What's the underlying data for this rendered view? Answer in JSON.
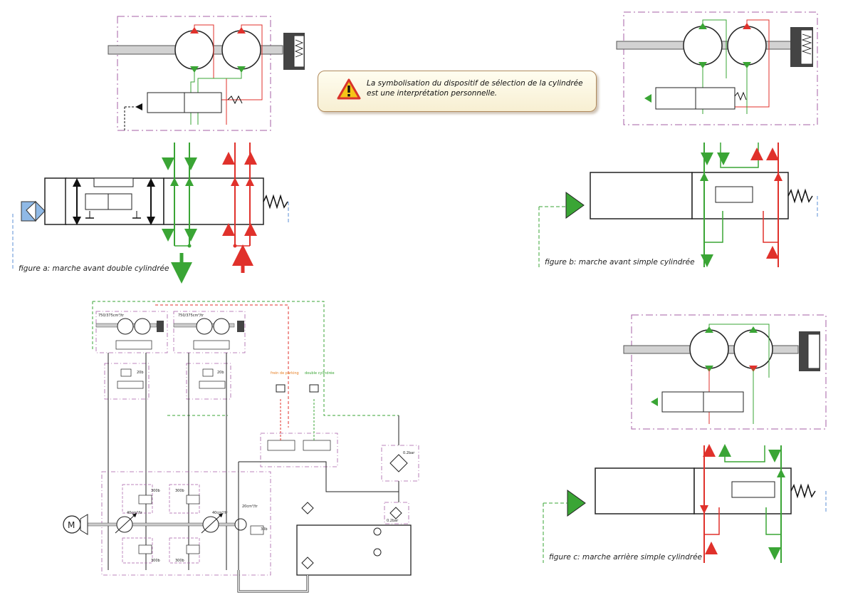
{
  "note": {
    "text_line1": "La symbolisation du dispositif de sélection de la cylindrée",
    "text_line2": "est une interprétation personnelle.",
    "icon": "warning-icon"
  },
  "captions": {
    "fig_a": "figure a: marche avant double cylindrée",
    "fig_b": "figure b: marche avant simple cylindrée",
    "fig_c": "figure c: marche arrière simple cylindrée"
  },
  "schematic": {
    "motor_displacement_1": "750/375cm³/tr",
    "motor_displacement_2": "750/375cm³/tr",
    "pump_displacement": "40cm³/tr",
    "pump_displacement_2": "40cm³/tr",
    "charge_pump": "20cm³/tr",
    "relief_300_a": "300b",
    "relief_300_b": "300b",
    "relief_300_c": "300b",
    "relief_300_d": "300b",
    "relief_charge": "30b",
    "relief_20_a": "20b",
    "relief_20_b": "20b",
    "label_brake": "frein de parking",
    "label_double": "double cylindrée",
    "filter_1": "0.2bar",
    "filter_2": "0.2bar",
    "motor_symbol": "M"
  },
  "colors": {
    "green": "#3aa535",
    "red": "#e0312b",
    "purple": "#a65fa6",
    "blue": "#5b8fd6",
    "blue_fill": "#8fb9e6",
    "grey": "#cfcfcf"
  }
}
